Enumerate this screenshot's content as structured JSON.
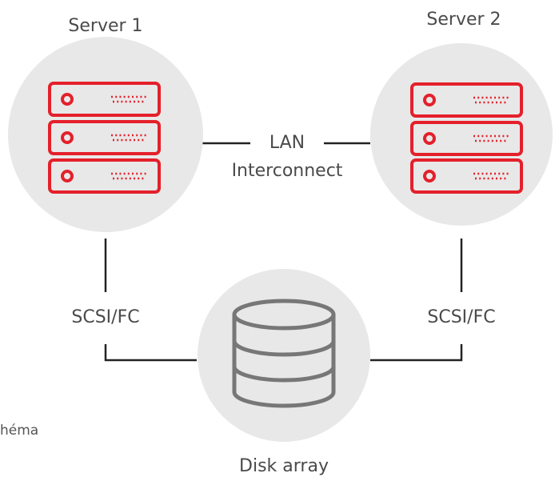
{
  "colors": {
    "node_circle": "#e8e8e8",
    "server_accent": "#e4202b",
    "disk_icon": "#777777",
    "line": "#222222",
    "text": "#4a4a4a"
  },
  "nodes": {
    "server1": {
      "label": "Server 1",
      "icon": "server-rack-icon"
    },
    "server2": {
      "label": "Server 2",
      "icon": "server-rack-icon"
    },
    "disk": {
      "label": "Disk array",
      "icon": "database-icon"
    }
  },
  "links": {
    "lan": {
      "label_line1": "LAN",
      "label_line2": "Interconnect"
    },
    "left_storage": {
      "label": "SCSI/FC"
    },
    "right_storage": {
      "label": "SCSI/FC"
    }
  },
  "fragment": "héma"
}
